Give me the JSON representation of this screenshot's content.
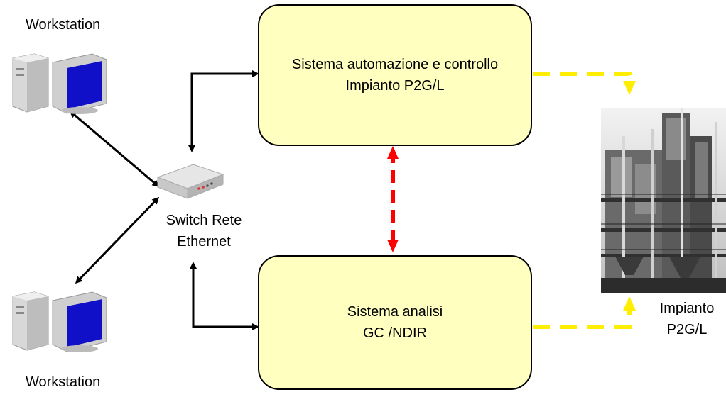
{
  "workstations": {
    "top_label": "Workstation",
    "bottom_label": "Workstation",
    "icon": "desktop-computer-icon"
  },
  "switch": {
    "label_line1": "Switch Rete",
    "label_line2": "Ethernet",
    "icon": "network-switch-icon"
  },
  "boxes": {
    "automation": {
      "line1": "Sistema automazione e controllo",
      "line2": "Impianto P2G/L"
    },
    "analysis": {
      "line1": "Sistema analisi",
      "line2": "GC /NDIR"
    }
  },
  "plant": {
    "label_line1": "Impianto",
    "label_line2": "P2G/L",
    "image": "industrial-plant-photo"
  },
  "colors": {
    "box_fill": "#ffffc0",
    "data_link": "#000000",
    "bidirectional_link": "#ff0000",
    "control_link": "#ffee00"
  }
}
